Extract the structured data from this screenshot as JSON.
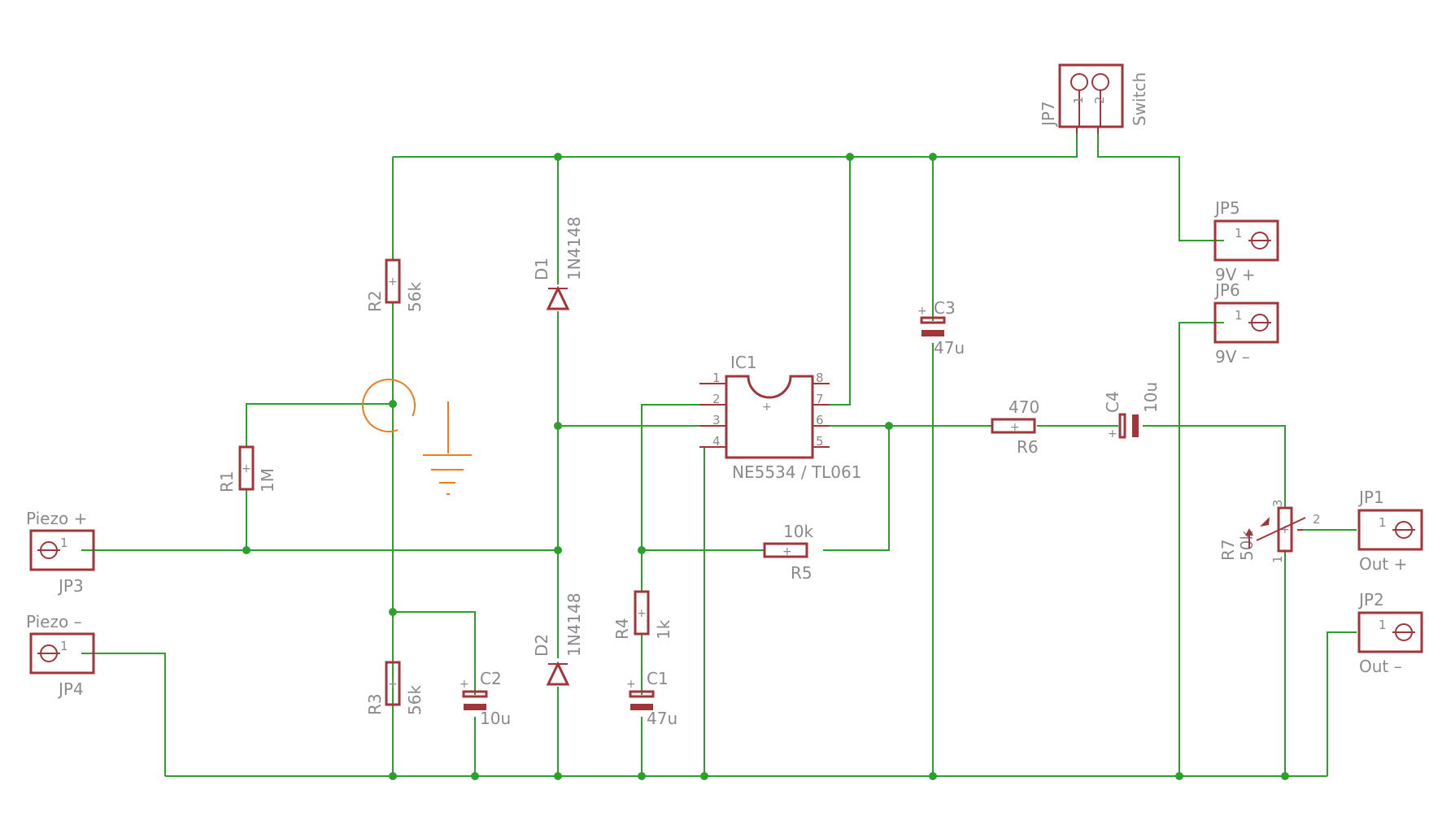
{
  "schematic": {
    "ic": {
      "ref": "IC1",
      "value": "NE5534 / TL061",
      "pins": [
        "1",
        "2",
        "3",
        "4",
        "5",
        "6",
        "7",
        "8"
      ]
    },
    "resistors": {
      "r1": {
        "ref": "R1",
        "value": "1M"
      },
      "r2": {
        "ref": "R2",
        "value": "56k"
      },
      "r3": {
        "ref": "R3",
        "value": "56k"
      },
      "r4": {
        "ref": "R4",
        "value": "1k"
      },
      "r5": {
        "ref": "R5",
        "value": "10k"
      },
      "r6": {
        "ref": "R6",
        "value": "470"
      },
      "r7": {
        "ref": "R7",
        "value": "50k",
        "pin1": "1",
        "pin2": "2",
        "pin3": "3"
      }
    },
    "capacitors": {
      "c1": {
        "ref": "C1",
        "value": "47u"
      },
      "c2": {
        "ref": "C2",
        "value": "10u"
      },
      "c3": {
        "ref": "C3",
        "value": "47u"
      },
      "c4": {
        "ref": "C4",
        "value": "10u"
      }
    },
    "diodes": {
      "d1": {
        "ref": "D1",
        "value": "1N4148"
      },
      "d2": {
        "ref": "D2",
        "value": "1N4148"
      }
    },
    "connectors": {
      "jp1": {
        "ref": "JP1",
        "label": "Out +",
        "pin": "1"
      },
      "jp2": {
        "ref": "JP2",
        "label": "Out –",
        "pin": "1"
      },
      "jp3": {
        "ref": "JP3",
        "label": "Piezo +",
        "pin": "1"
      },
      "jp4": {
        "ref": "JP4",
        "label": "Piezo –",
        "pin": "1"
      },
      "jp5": {
        "ref": "JP5",
        "label": "9V +",
        "pin": "1"
      },
      "jp6": {
        "ref": "JP6",
        "label": "9V –",
        "pin": "1"
      },
      "jp7": {
        "ref": "JP7",
        "label": "Switch",
        "pin1": "1",
        "pin2": "2"
      }
    },
    "plus_mark": "+"
  },
  "colors": {
    "wire": "#2ca02c",
    "part": "#a0353a",
    "label": "#8a8a8a",
    "ground_symbol": "#f07b1d"
  }
}
